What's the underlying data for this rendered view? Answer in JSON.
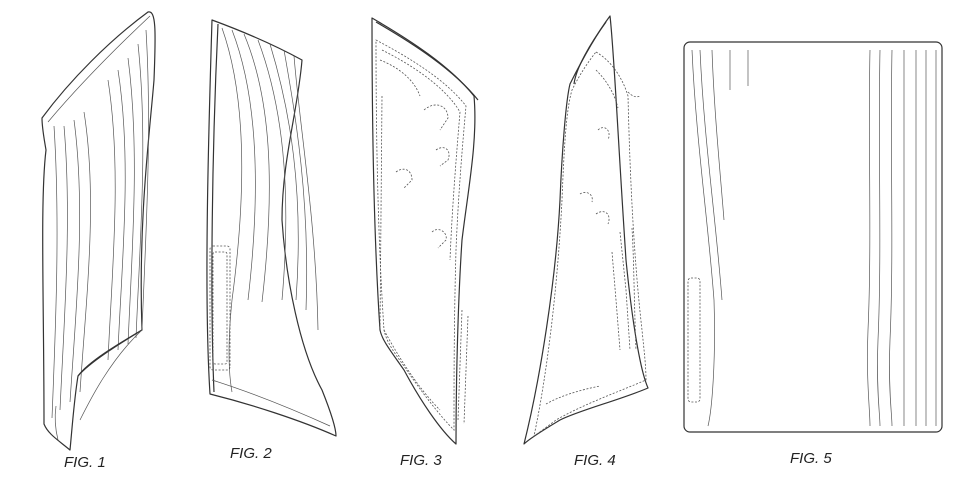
{
  "figures": {
    "fig1": "FIG. 1",
    "fig2": "FIG. 2",
    "fig3": "FIG. 3",
    "fig4": "FIG. 4",
    "fig5": "FIG. 5"
  }
}
